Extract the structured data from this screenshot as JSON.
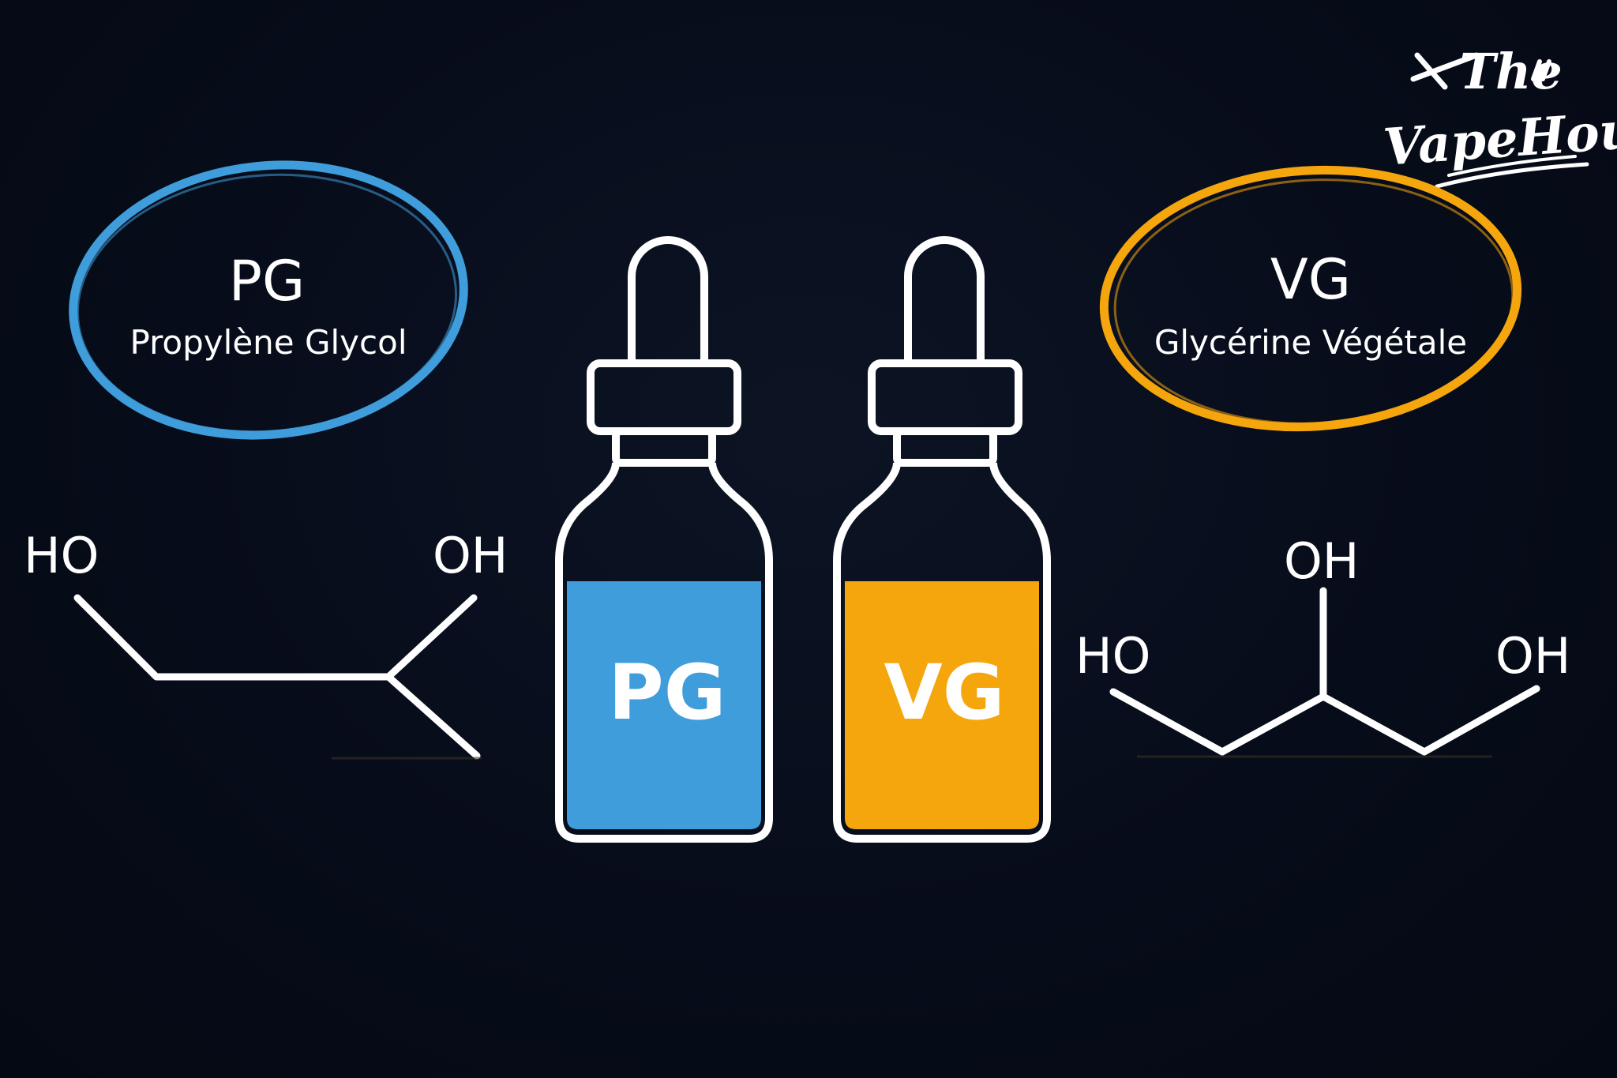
{
  "colors": {
    "background": "#060b18",
    "pg_accent": "#3f9ddb",
    "vg_accent": "#f5a60d",
    "line": "#ffffff"
  },
  "logo": {
    "line1": "The",
    "line2": "VapeHouse"
  },
  "pg": {
    "acronym": "PG",
    "name": "Propylène Glycol",
    "bottle_label": "PG",
    "molecule": {
      "left_group": "HO",
      "right_group": "OH"
    }
  },
  "vg": {
    "acronym": "VG",
    "name": "Glycérine Végétale",
    "bottle_label": "VG",
    "molecule": {
      "top_group": "OH",
      "left_group": "HO",
      "right_group": "OH"
    }
  }
}
